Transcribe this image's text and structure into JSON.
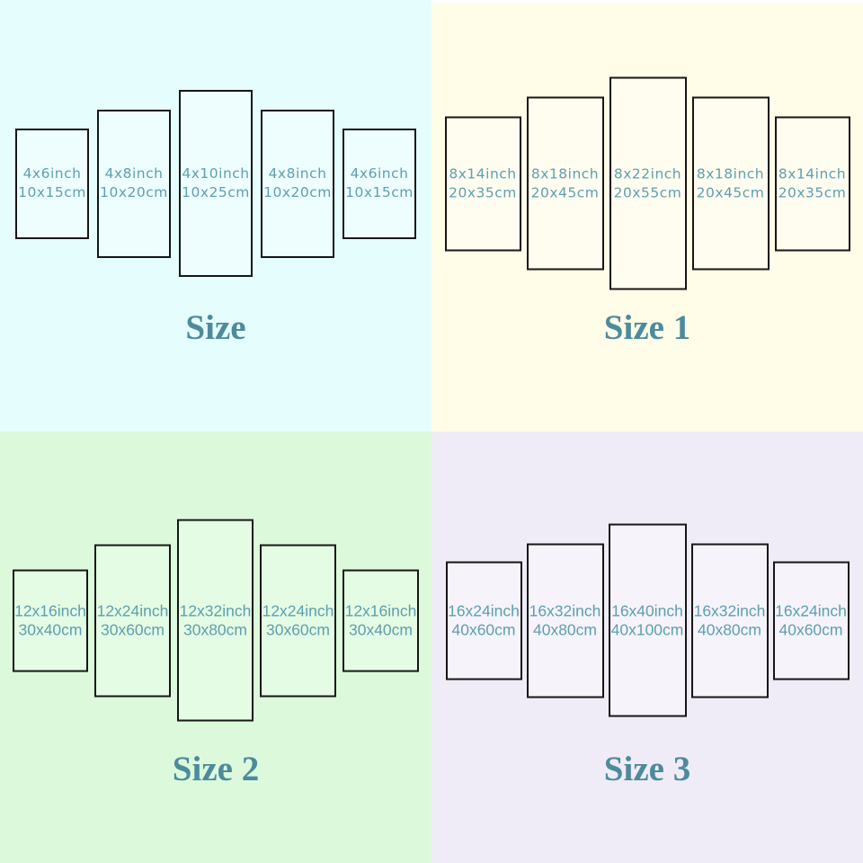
{
  "colors": {
    "panel_border": "#161616",
    "label_text": "#5d9fb0",
    "title_text": "#4d8b9c",
    "top_strip": "#ffffff",
    "quadrant_backgrounds": [
      "#e6fdfd",
      "#fffce7",
      "#dcfadb",
      "#f0ecf7"
    ]
  },
  "quadrants": [
    {
      "title": "Size",
      "bg": "#e6fdfd",
      "panel_fill": "#eefefe",
      "panels": [
        {
          "inch": "4x6inch",
          "cm": "10x15cm"
        },
        {
          "inch": "4x8inch",
          "cm": "10x20cm"
        },
        {
          "inch": "4x10inch",
          "cm": "10x25cm"
        },
        {
          "inch": "4x8inch",
          "cm": "10x20cm"
        },
        {
          "inch": "4x6inch",
          "cm": "10x15cm"
        }
      ]
    },
    {
      "title": "Size 1",
      "bg": "#fffce7",
      "panel_fill": "#fffdf0",
      "panels": [
        {
          "inch": "8x14inch",
          "cm": "20x35cm"
        },
        {
          "inch": "8x18inch",
          "cm": "20x45cm"
        },
        {
          "inch": "8x22inch",
          "cm": "20x55cm"
        },
        {
          "inch": "8x18inch",
          "cm": "20x45cm"
        },
        {
          "inch": "8x14inch",
          "cm": "20x35cm"
        }
      ]
    },
    {
      "title": "Size 2",
      "bg": "#dcfadb",
      "panel_fill": "#e4fce3",
      "panels": [
        {
          "inch": "12x16inch",
          "cm": "30x40cm"
        },
        {
          "inch": "12x24inch",
          "cm": "30x60cm"
        },
        {
          "inch": "12x32inch",
          "cm": "30x80cm"
        },
        {
          "inch": "12x24inch",
          "cm": "30x60cm"
        },
        {
          "inch": "12x16inch",
          "cm": "30x40cm"
        }
      ]
    },
    {
      "title": "Size 3",
      "bg": "#f0ecf7",
      "panel_fill": "#f6f3fa",
      "panels": [
        {
          "inch": "16x24inch",
          "cm": "40x60cm"
        },
        {
          "inch": "16x32inch",
          "cm": "40x80cm"
        },
        {
          "inch": "16x40inch",
          "cm": "40x100cm"
        },
        {
          "inch": "16x32inch",
          "cm": "40x80cm"
        },
        {
          "inch": "16x24inch",
          "cm": "40x60cm"
        }
      ]
    }
  ]
}
